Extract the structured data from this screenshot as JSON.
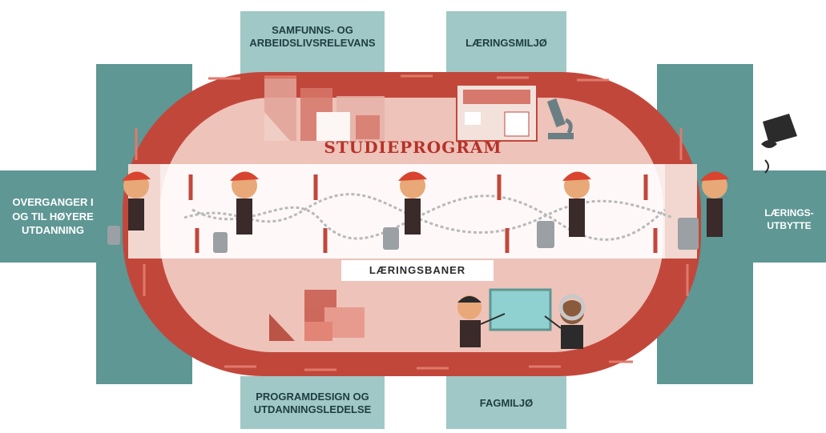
{
  "boxes": {
    "top_left": {
      "line1": "SAMFUNNS- OG",
      "line2": "ARBEIDSLIVSRELEVANS"
    },
    "top_right": {
      "line1": "LÆRINGSMILJØ"
    },
    "left": {
      "line1": "OVERGANGER I",
      "line2": "OG TIL HØYERE",
      "line3": "UTDANNING"
    },
    "right": {
      "line1": "LÆRINGS-",
      "line2": "UTBYTTE"
    },
    "bottom_left": {
      "line1": "PROGRAMDESIGN OG",
      "line2": "UTDANNINGSLEDELSE"
    },
    "bottom_right": {
      "line1": "FAGMILJØ"
    }
  },
  "track": {
    "title": "STUDIEPROGRAM",
    "lane_label": "LÆRINGSBANER"
  },
  "colors": {
    "light_teal": "#9fc8c6",
    "dark_teal": "#5e9794",
    "brick_red": "#c2473b",
    "infield_pink": "#eec3b9",
    "white_lane": "#ffffff"
  }
}
